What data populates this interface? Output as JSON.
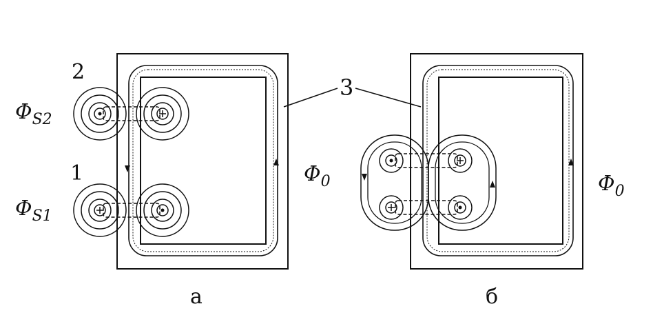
{
  "figure": {
    "panel_a": {
      "caption": "а",
      "coil_top_label": "2",
      "coil_bottom_label": "1",
      "flux_top": {
        "symbol": "Φ",
        "subscript": "S2"
      },
      "flux_bottom": {
        "symbol": "Φ",
        "subscript": "S1"
      },
      "flux_main": {
        "symbol": "Φ",
        "subscript": "0"
      }
    },
    "panel_b": {
      "caption": "б",
      "flux_main": {
        "symbol": "Φ",
        "subscript": "0"
      }
    },
    "core_label": "3"
  }
}
